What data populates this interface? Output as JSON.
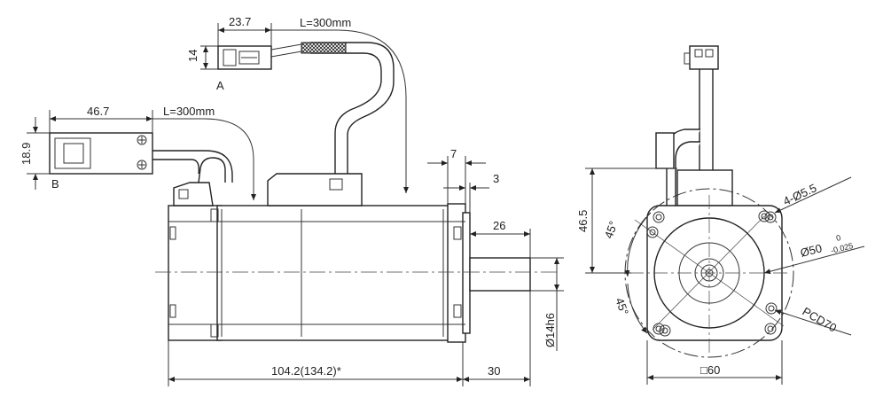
{
  "side_view": {
    "connector_a": {
      "width": "23.7",
      "height": "14",
      "cable_length": "L=300mm",
      "label": "A"
    },
    "connector_b": {
      "width": "46.7",
      "height": "18.9",
      "cable_length": "L=300mm",
      "label": "B"
    },
    "flange_thickness": "7",
    "spigot_depth": "3",
    "shaft_length": "26",
    "shaft_diameter": "Ø14h6",
    "body_length": "104.2(134.2)*",
    "shaft_extension": "30"
  },
  "front_view": {
    "height_to_box": "46.5",
    "mount_holes": "4-Ø5.5",
    "spigot_diameter": "Ø50",
    "spigot_tol_upper": "0",
    "spigot_tol_lower": "-0.025",
    "pitch_circle": "PCD70",
    "angle_top": "45°",
    "angle_bottom": "45°",
    "flange_square": "□60"
  }
}
